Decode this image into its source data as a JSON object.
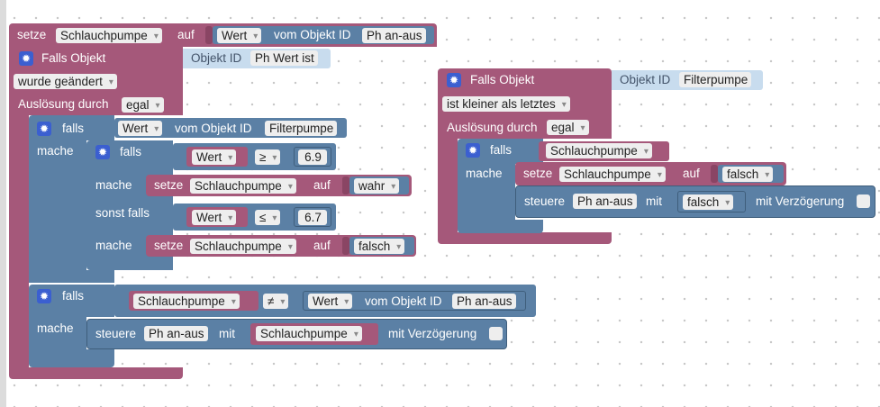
{
  "block1": {
    "set": {
      "label_setze": "setze",
      "state": "Schlauchpumpe",
      "label_auf": "auf",
      "attr": "Wert",
      "label_vom": "vom Objekt ID",
      "object": "Ph an-aus"
    },
    "trigger": {
      "title": "Falls Objekt",
      "object_label": "Objekt ID",
      "object_value": "Ph Wert ist",
      "condition": "wurde geändert",
      "ausloesung_label": "Auslösung durch",
      "ausloesung_value": "egal"
    },
    "if1": {
      "falls": "falls",
      "attr": "Wert",
      "label_vom": "vom Objekt ID",
      "object": "Filterpumpe",
      "mache": "mache"
    },
    "nested_if": {
      "falls": "falls",
      "cond1": {
        "attr": "Wert",
        "op": "≥",
        "value": "6.9"
      },
      "mache1": "mache",
      "set1": {
        "label_setze": "setze",
        "state": "Schlauchpumpe",
        "label_auf": "auf",
        "value": "wahr"
      },
      "sonst_falls": "sonst falls",
      "cond2": {
        "attr": "Wert",
        "op": "≤",
        "value": "6.7"
      },
      "mache2": "mache",
      "set2": {
        "label_setze": "setze",
        "state": "Schlauchpumpe",
        "label_auf": "auf",
        "value": "falsch"
      }
    },
    "if2": {
      "falls": "falls",
      "state": "Schlauchpumpe",
      "op": "≠",
      "attr": "Wert",
      "label_vom": "vom Objekt ID",
      "object": "Ph an-aus",
      "mache": "mache",
      "control": {
        "label_steuere": "steuere",
        "object": "Ph an-aus",
        "label_mit": "mit",
        "state": "Schlauchpumpe",
        "delay_label": "mit Verzögerung"
      }
    }
  },
  "block2": {
    "trigger": {
      "title": "Falls Objekt",
      "object_label": "Objekt ID",
      "object_value": "Filterpumpe",
      "condition": "ist kleiner als letztes",
      "ausloesung_label": "Auslösung durch",
      "ausloesung_value": "egal"
    },
    "if": {
      "falls": "falls",
      "state": "Schlauchpumpe",
      "mache": "mache",
      "set": {
        "label_setze": "setze",
        "state": "Schlauchpumpe",
        "label_auf": "auf",
        "value": "falsch"
      },
      "control": {
        "label_steuere": "steuere",
        "object": "Ph an-aus",
        "label_mit": "mit",
        "value": "falsch",
        "delay_label": "mit Verzögerung"
      }
    }
  },
  "icons": {
    "gear": "gear-icon"
  },
  "colors": {
    "trigger_block": "#a5587a",
    "logic_block": "#5b80a5",
    "field_bg": "#eeeeee",
    "object_label_bg": "#c8dcee",
    "gear": "#3b5fd0"
  }
}
